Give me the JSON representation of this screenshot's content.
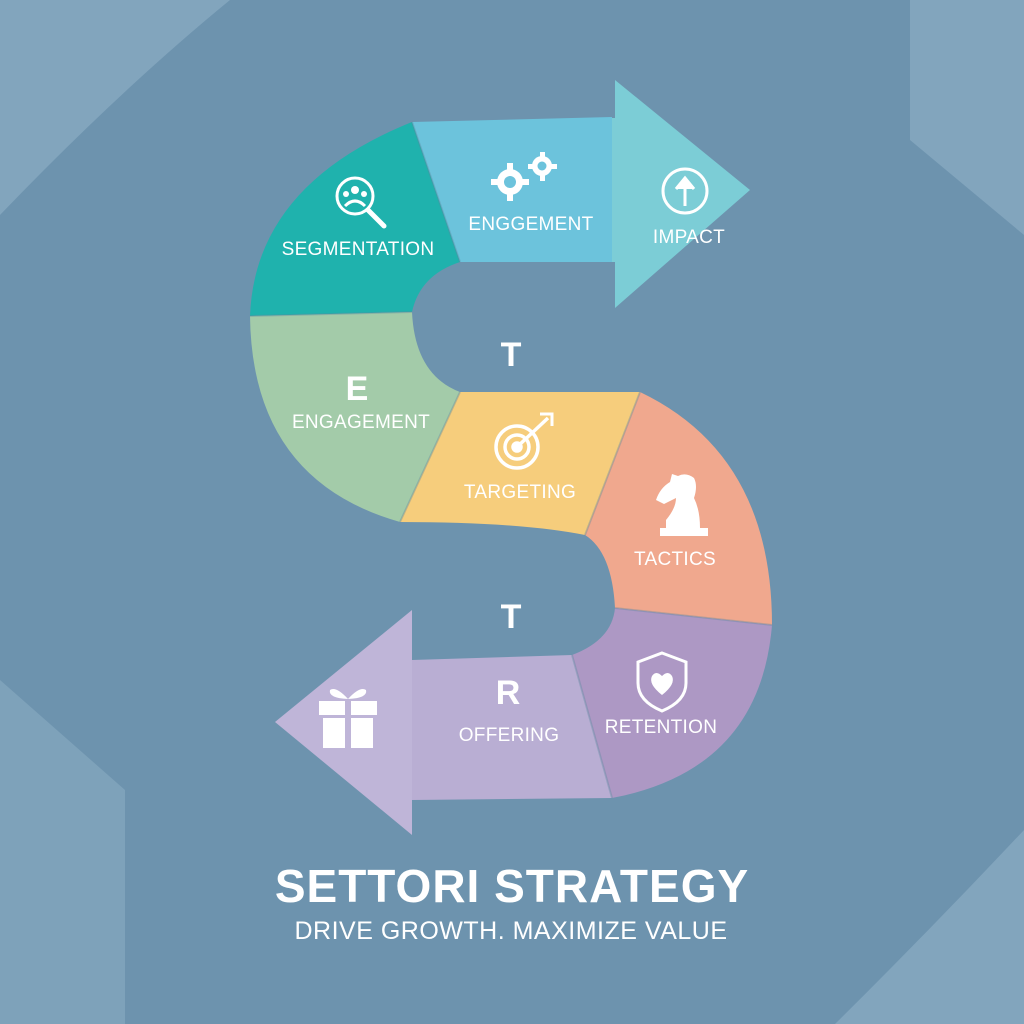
{
  "title": "SETTORI STRATEGY",
  "subtitle": "DRIVE GROWTH. MAXIMIZE VALUE",
  "letters": [
    "T",
    "E",
    "T",
    "R"
  ],
  "segments": [
    {
      "label": "SEGMENTATION",
      "icon": "people-search-icon",
      "color": "#1fb2ad"
    },
    {
      "label": "ENGGEMENT",
      "icon": "gears-icon",
      "color": "#6cc3dc"
    },
    {
      "label": "IMPACT",
      "icon": "arrow-up-circle-icon",
      "color": "#7ccdd6"
    },
    {
      "label": "ENGAGEMENT",
      "icon": "",
      "color": "#a3cba9"
    },
    {
      "label": "TARGETING",
      "icon": "target-icon",
      "color": "#f6cd7c"
    },
    {
      "label": "TACTICS",
      "icon": "chess-knight-icon",
      "color": "#f0a88e"
    },
    {
      "label": "RETENTION",
      "icon": "shield-heart-icon",
      "color": "#ad98c4"
    },
    {
      "label": "OFFERING",
      "icon": "",
      "color": "#b9aed3"
    },
    {
      "label": "",
      "icon": "gift-icon",
      "color": "#bfb5d8"
    }
  ]
}
